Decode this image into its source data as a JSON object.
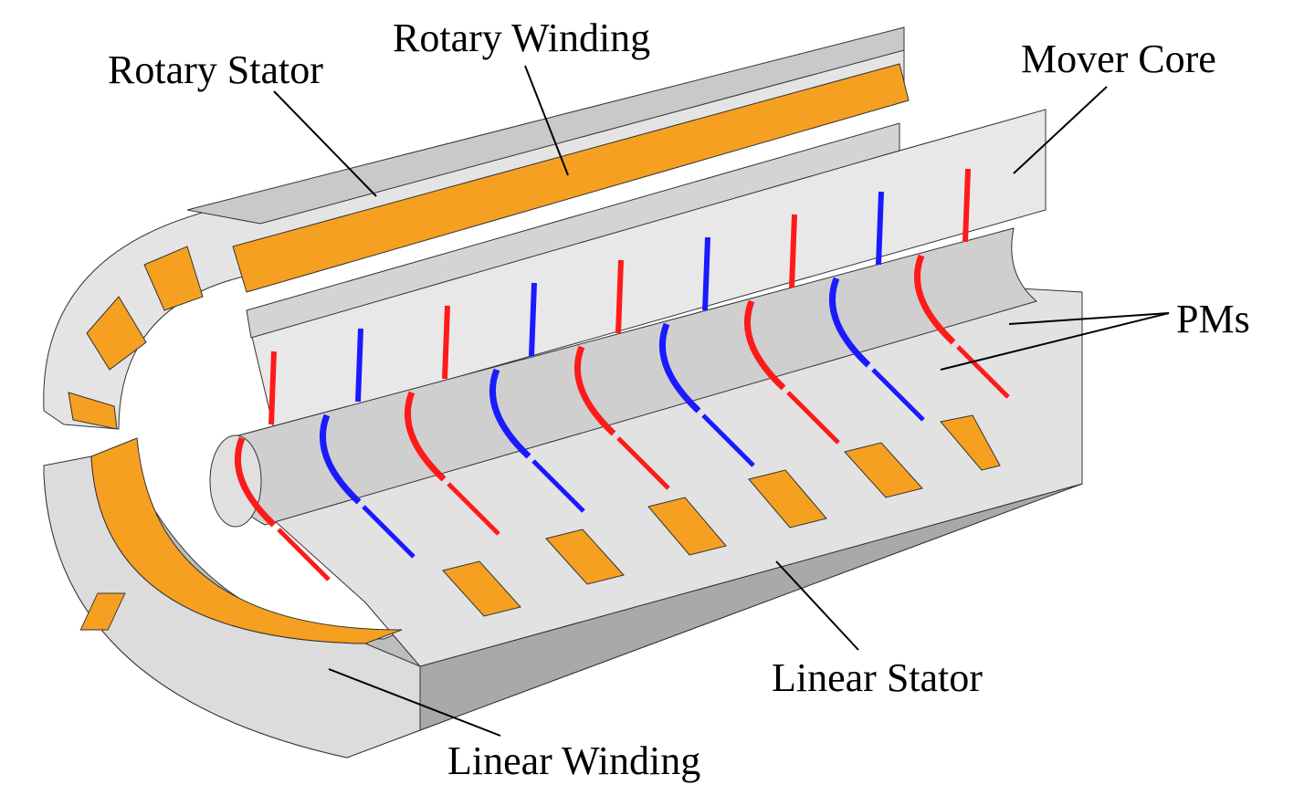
{
  "labels": {
    "rotary_stator": "Rotary Stator",
    "rotary_winding": "Rotary Winding",
    "mover_core": "Mover Core",
    "pms": "PMs",
    "linear_stator": "Linear Stator",
    "linear_winding": "Linear Winding"
  },
  "colors": {
    "steel_light": "#e6e6e6",
    "steel_mid": "#c8c8c8",
    "steel_dark": "#a8a8a8",
    "winding": "#f5a020",
    "pm_red": "#ff1a1a",
    "pm_blue": "#1a1aff"
  }
}
